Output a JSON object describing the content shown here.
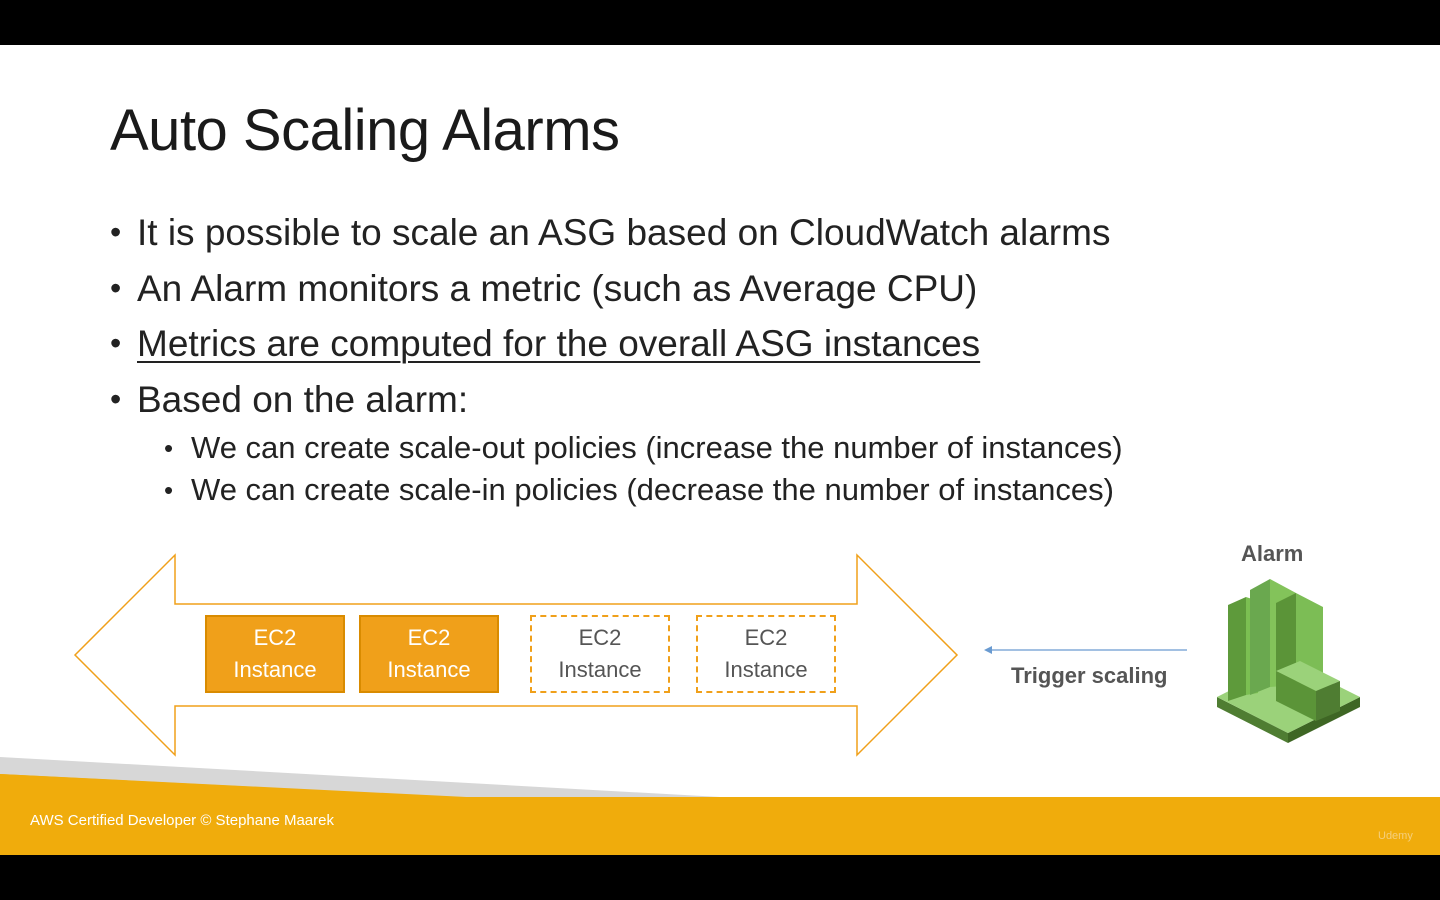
{
  "slide": {
    "title": "Auto Scaling Alarms",
    "bullets": [
      "It is possible to scale an ASG based on CloudWatch alarms",
      "An Alarm monitors a metric (such as Average CPU)",
      "Metrics are computed for the overall ASG instances",
      "Based on the alarm:"
    ],
    "sub_bullets": [
      "We can create scale-out policies (increase the number of instances)",
      "We can create scale-in policies (decrease the number of instances)"
    ]
  },
  "diagram": {
    "instances": [
      {
        "line1": "EC2",
        "line2": "Instance",
        "style": "solid"
      },
      {
        "line1": "EC2",
        "line2": "Instance",
        "style": "solid"
      },
      {
        "line1": "EC2",
        "line2": "Instance",
        "style": "dashed"
      },
      {
        "line1": "EC2",
        "line2": "Instance",
        "style": "dashed"
      }
    ],
    "trigger_label": "Trigger scaling",
    "alarm_label": "Alarm"
  },
  "footer": {
    "credit": "AWS Certified Developer © Stephane Maarek",
    "watermark": "Udemy"
  },
  "colors": {
    "accent": "#f0a01a",
    "footer_band": "#f0ac0c",
    "cloudwatch_green": "#6aa84f",
    "arrow_blue": "#6a9bd1"
  }
}
